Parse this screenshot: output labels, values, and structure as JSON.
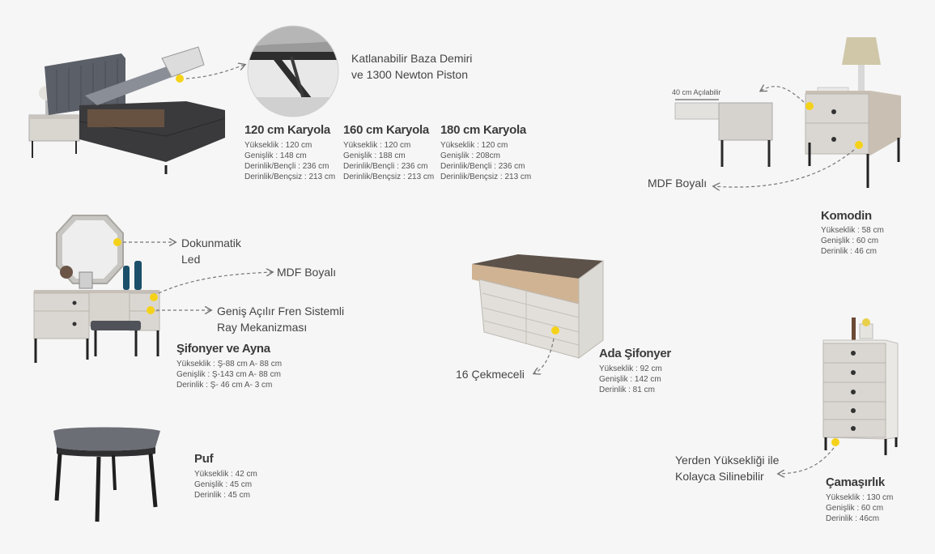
{
  "bed": {
    "feature": [
      "Katlanabilir Baza Demiri",
      "ve 1300 Newton Piston"
    ],
    "variants": [
      {
        "title": "120 cm Karyola",
        "specs": [
          "Yükseklik : 120 cm",
          "Genişlik : 148 cm",
          "Derinlik/Bençli : 236 cm",
          "Derinlik/Bençsiz : 213 cm"
        ]
      },
      {
        "title": "160 cm Karyola",
        "specs": [
          "Yükseklik : 120 cm",
          "Genişlik : 188 cm",
          "Derinlik/Bençli : 236 cm",
          "Derinlik/Bençsiz : 213 cm"
        ]
      },
      {
        "title": "180 cm Karyola",
        "specs": [
          "Yükseklik : 120 cm",
          "Genişlik : 208cm",
          "Derinlik/Bençli : 236 cm",
          "Derinlik/Bençsiz : 213 cm"
        ]
      }
    ]
  },
  "nightstand": {
    "drawer_label": "40 cm Açılabilir",
    "feature": "MDF Boyalı",
    "title": "Komodin",
    "specs": [
      "Yükseklik : 58 cm",
      "Genişlik : 60 cm",
      "Derinlik : 46 cm"
    ]
  },
  "dresser": {
    "features": [
      [
        "Dokunmatik",
        "Led"
      ],
      [
        "MDF Boyalı"
      ],
      [
        "Geniş Açılır Fren Sistemli",
        "Ray Mekanizması"
      ]
    ],
    "title": "Şifonyer ve Ayna",
    "specs": [
      "Yükseklik : Ş-88 cm A- 88 cm",
      "Genişlik : Ş-143 cm A- 88 cm",
      "Derinlik : Ş- 46 cm A- 3 cm"
    ]
  },
  "island": {
    "feature": "16 Çekmeceli",
    "title": "Ada Şifonyer",
    "specs": [
      "Yükseklik : 92 cm",
      "Genişlik : 142 cm",
      "Derinlik : 81 cm"
    ]
  },
  "pouf": {
    "title": "Puf",
    "specs": [
      "Yükseklik : 42 cm",
      "Genişlik : 45 cm",
      "Derinlik : 45 cm"
    ]
  },
  "chest": {
    "feature": [
      "Yerden Yüksekliği ile",
      "Kolayca Silinebilir"
    ],
    "title": "Çamaşırlık",
    "specs": [
      "Yükseklik : 130 cm",
      "Genişlik : 60 cm",
      "Derinlik : 46cm"
    ]
  },
  "colors": {
    "accent": "#f5d21a",
    "furniture_light": "#dcd9d4",
    "frame_dark": "#2e2e2e",
    "fabric": "#5d6068"
  }
}
